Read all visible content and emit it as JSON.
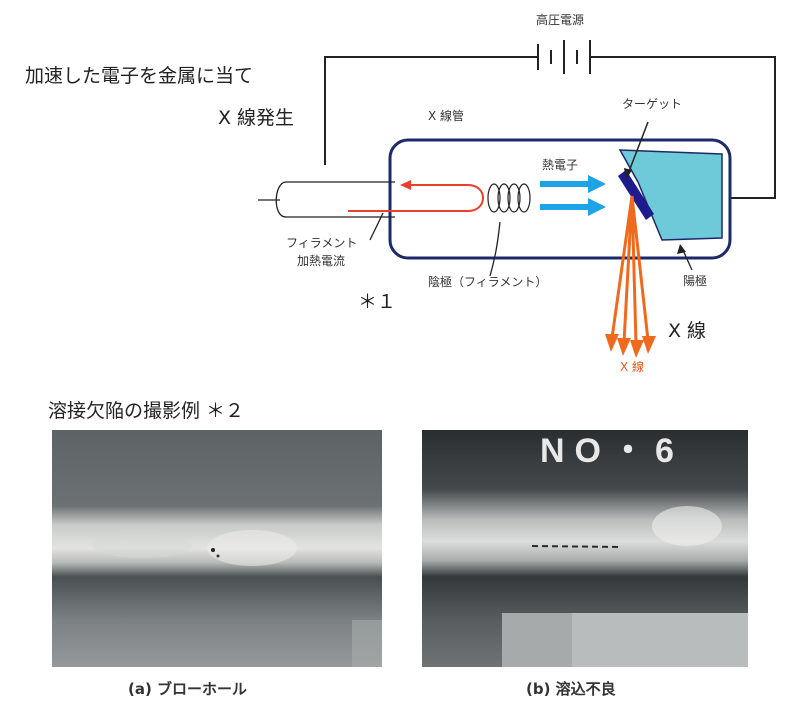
{
  "heading": {
    "line1": "加速した電子を金属に当て",
    "line2": "X 線発生"
  },
  "diagram": {
    "power_label": "高圧電源",
    "tube_label": "X 線管",
    "target_label": "ターゲット",
    "electrons_label": "熱電子",
    "filament_current_label_1": "フィラメント",
    "filament_current_label_2": "加熱電流",
    "cathode_label": "陰極（フィラメント）",
    "anode_label": "陽極",
    "xray_label_red": "X 線",
    "xray_label_large": "X 線",
    "note1": "＊１"
  },
  "photos": {
    "title": "溶接欠陥の撮影例 ＊２",
    "a_caption": "(a) ブローホール",
    "b_caption": "(b) 溶込不良",
    "b_stamp": "NO・6"
  },
  "colors": {
    "tube_outline": "#1c2a6b",
    "anode_fill": "#6ec9d9",
    "target_fill": "#1e1b8c",
    "electron_arrow": "#1ea3e6",
    "filament_red": "#e8402a",
    "xray_orange": "#f06a1e"
  }
}
